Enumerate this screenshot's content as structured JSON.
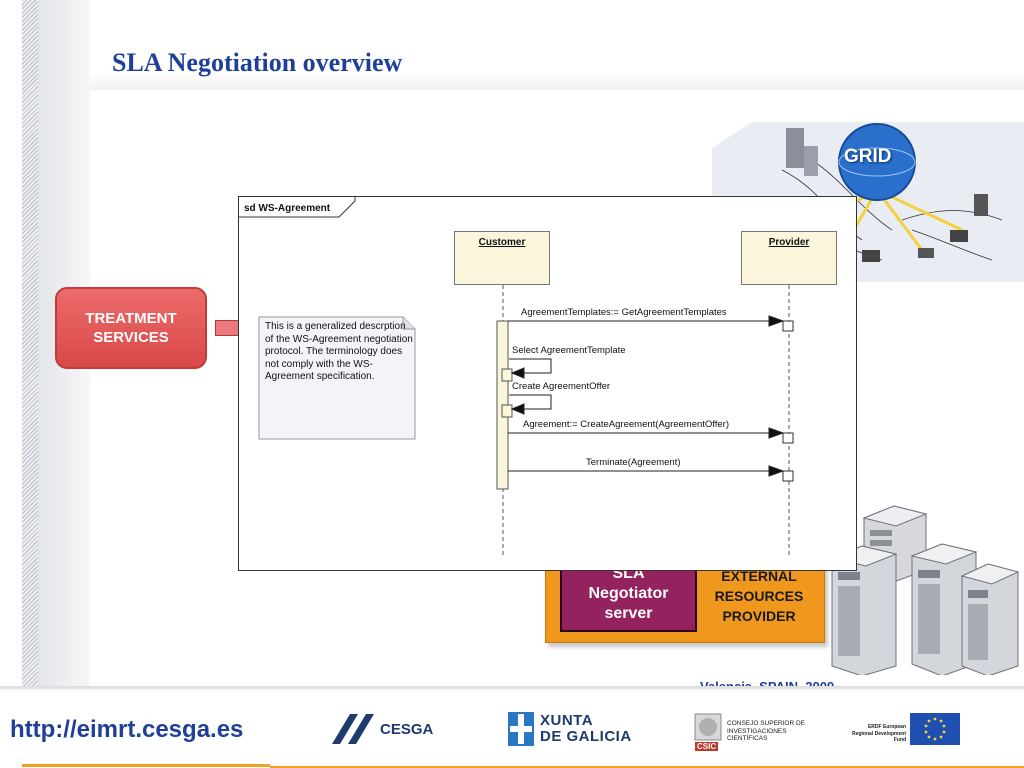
{
  "slide": {
    "title": "SLA Negotiation overview",
    "grid_label": "GRID",
    "treatment_services": "TREATMENT SERVICES",
    "sla_negotiator": "SLA Negotiator server",
    "external_provider": "EXTERNAL RESOURCES PROVIDER",
    "location_date": "Valencia, SPAIN, 2009",
    "url": "http://eimrt.cesga.es"
  },
  "sequence_diagram": {
    "frame_label": "sd WS-Agreement",
    "lifelines": [
      "Customer",
      "Provider"
    ],
    "messages": [
      "AgreementTemplates:= GetAgreementTemplates",
      "Select AgreementTemplate",
      "Create AgreementOffer",
      "Agreement:= CreateAgreement(AgreementOffer)",
      "Terminate(Agreement)"
    ],
    "note": "This is a generalized descrption of the WS-Agreement negotiation protocol. The terminology does not comply with the WS-Agreement specification."
  },
  "logos": {
    "cesga": "CESGA",
    "xunta_line1": "XUNTA",
    "xunta_line2": "DE GALICIA",
    "csic_text": "CONSEJO SUPERIOR DE INVESTIGACIONES CIENTÍFICAS",
    "csic_mark": "CSIC",
    "erdf_text": "ERDF European Regional Development Fund"
  },
  "colors": {
    "title": "#1f3f99",
    "treatment": "#e05555",
    "orange": "#f0981e",
    "negotiator": "#94225f"
  }
}
